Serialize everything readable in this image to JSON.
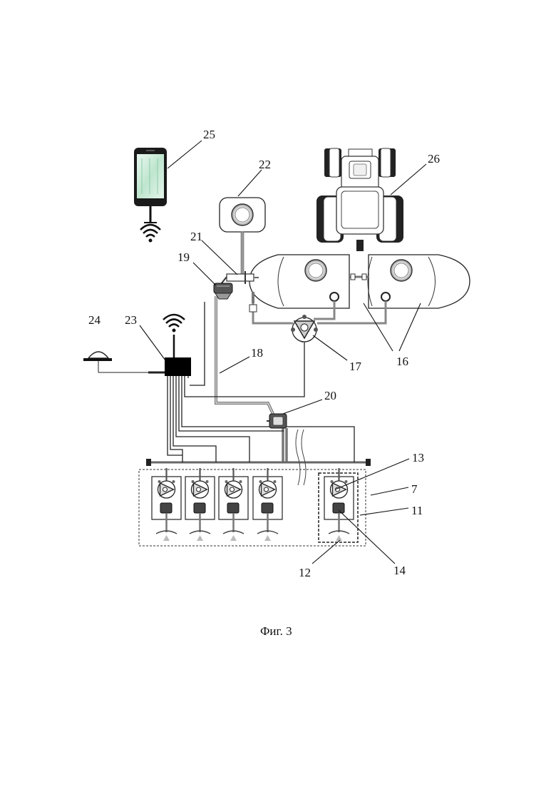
{
  "caption": "Фиг. 3",
  "labels": {
    "l7": "7",
    "l11": "11",
    "l12": "12",
    "l13": "13",
    "l14": "14",
    "l16": "16",
    "l17": "17",
    "l18": "18",
    "l19": "19",
    "l20": "20",
    "l21": "21",
    "l22": "22",
    "l23": "23",
    "l24": "24",
    "l25": "25",
    "l26": "26"
  },
  "icons": {
    "smartphone": "smartphone-icon",
    "wifi": "wifi-icon",
    "tractor": "tractor-icon",
    "gps_antenna": "gps-antenna-icon",
    "controller": "controller-box",
    "display": "display-unit",
    "tanks": "tank-icon",
    "valve": "valve-icon",
    "flowmeter": "flowmeter-icon",
    "pump": "pump-icon",
    "nozzle": "nozzle-icon"
  }
}
